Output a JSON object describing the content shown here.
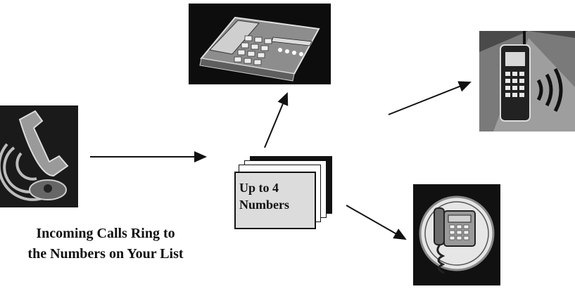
{
  "icons": {
    "incoming": "incoming-call-phone-icon",
    "desk_phone": "desk-phone-icon",
    "mobile": "mobile-phone-icon",
    "cordless": "cordless-phone-icon"
  },
  "numbers_card": {
    "line1": "Up to 4",
    "line2": "Numbers"
  },
  "caption": {
    "line1": "Incoming Calls Ring to",
    "line2": "the Numbers on Your List"
  }
}
